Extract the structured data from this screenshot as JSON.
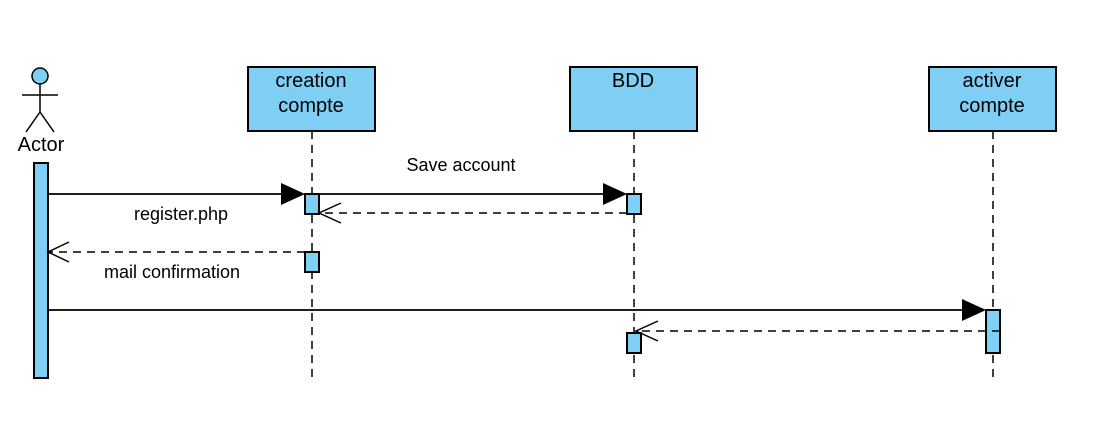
{
  "diagram": {
    "actor": {
      "label": "Actor"
    },
    "participants": [
      {
        "id": "creation",
        "lines": [
          "creation",
          "compte"
        ]
      },
      {
        "id": "bdd",
        "lines": [
          "BDD"
        ]
      },
      {
        "id": "activer",
        "lines": [
          "activer",
          "compte"
        ]
      }
    ],
    "messages": [
      {
        "label": "register.php",
        "from": "actor",
        "to": "creation",
        "kind": "sync"
      },
      {
        "label": "Save account",
        "from": "creation",
        "to": "bdd",
        "kind": "sync"
      },
      {
        "label": "",
        "from": "bdd",
        "to": "creation",
        "kind": "return"
      },
      {
        "label": "mail confirmation",
        "from": "creation",
        "to": "actor",
        "kind": "return"
      },
      {
        "label": "",
        "from": "actor",
        "to": "activer",
        "kind": "sync"
      },
      {
        "label": "",
        "from": "activer",
        "to": "bdd",
        "kind": "return"
      }
    ],
    "colors": {
      "fill": "#7fcff5",
      "stroke": "#000000",
      "background": "#ffffff"
    }
  }
}
